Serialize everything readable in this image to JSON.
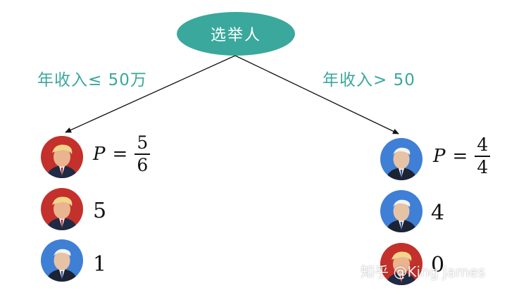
{
  "root": {
    "label": "选举人"
  },
  "branches": {
    "left": {
      "label": "年收入≤ 50万"
    },
    "right": {
      "label": "年收入> 50"
    }
  },
  "left_group": {
    "probability": {
      "symbol": "P",
      "equals": "=",
      "numerator": "5",
      "denominator": "6"
    },
    "counts": [
      {
        "candidate": "trump-avatar",
        "value": "5"
      },
      {
        "candidate": "biden-avatar",
        "value": "1"
      }
    ]
  },
  "right_group": {
    "probability": {
      "symbol": "P",
      "equals": "=",
      "numerator": "4",
      "denominator": "4"
    },
    "counts": [
      {
        "candidate": "biden-avatar",
        "value": "4"
      },
      {
        "candidate": "trump-avatar",
        "value": "0"
      }
    ]
  },
  "watermark": "知乎 @King James",
  "colors": {
    "accent": "#3aa89c",
    "trump_bg": "#c4302b",
    "biden_bg": "#3f7fd6",
    "line": "#111111"
  }
}
